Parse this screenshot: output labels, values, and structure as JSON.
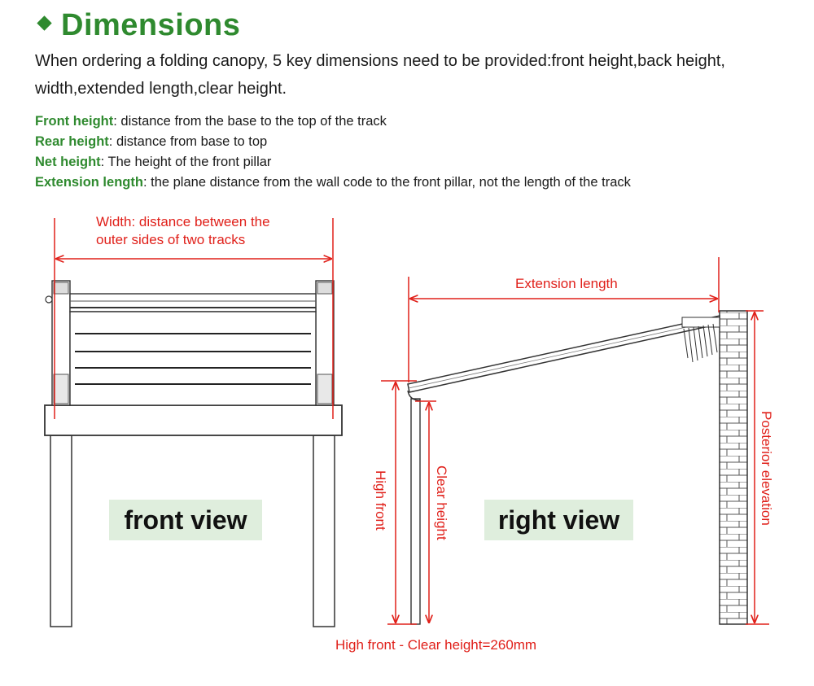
{
  "header": {
    "title": "Dimensions",
    "intro": "When ordering a folding canopy, 5 key dimensions need to be provided:front height,back height, width,extended length,clear height."
  },
  "definitions": [
    {
      "term": "Front height",
      "text": ": distance from the base to the top of the track"
    },
    {
      "term": "Rear height",
      "text": ": distance from base to top"
    },
    {
      "term": "Net height",
      "text": ": The height of the front pillar"
    },
    {
      "term": "Extension length",
      "text": ": the plane distance from the wall code to the front pillar, not the length of the track"
    }
  ],
  "front_view": {
    "label": "front view",
    "width_label_line1": "Width: distance between the",
    "width_label_line2": "outer sides of two tracks"
  },
  "right_view": {
    "label": "right view",
    "extension_label": "Extension length",
    "high_front_label": "High front",
    "clear_height_label": "Clear height",
    "posterior_label": "Posterior elevation"
  },
  "footer": {
    "note": "High front - Clear height=260mm"
  },
  "colors": {
    "accent_green": "#2f8a2f",
    "dimension_red": "#e0201a",
    "label_bg": "#dfeedd"
  }
}
